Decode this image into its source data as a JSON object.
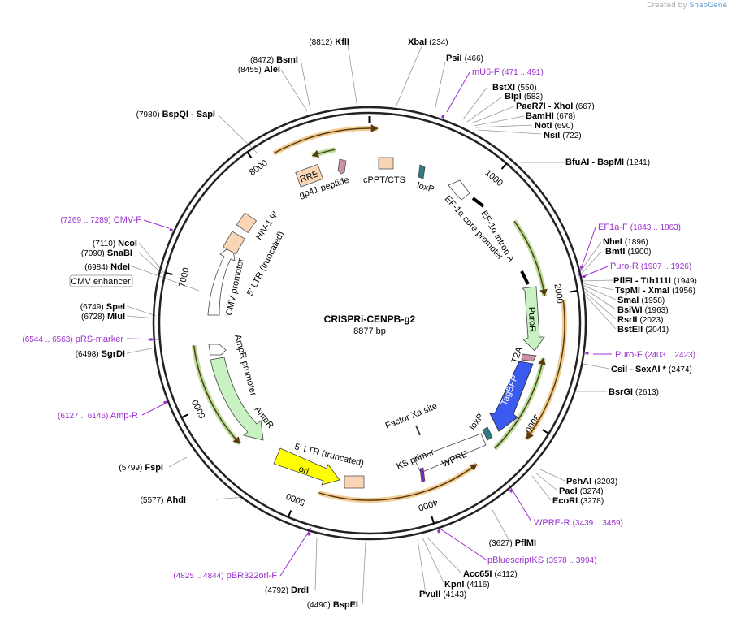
{
  "credit": {
    "prefix": "Created by",
    "brand": "SnapGene"
  },
  "map": {
    "title": "CRISPRi-CENPB-g2",
    "length_label": "8877 bp",
    "total_bp": 8877,
    "ticks": [
      {
        "bp": 1000,
        "label": "1000"
      },
      {
        "bp": 2000,
        "label": "2000"
      },
      {
        "bp": 3000,
        "label": "3000"
      },
      {
        "bp": 4000,
        "label": "4000"
      },
      {
        "bp": 5000,
        "label": "5000"
      },
      {
        "bp": 6000,
        "label": "6000"
      },
      {
        "bp": 7000,
        "label": "7000"
      },
      {
        "bp": 8000,
        "label": "8000"
      }
    ]
  },
  "colors": {
    "enzyme": "#000000",
    "primer": "#9b30d0",
    "ring": "#222222",
    "orange_feature": "#e8a23a",
    "green_feature": "#79c14b",
    "white_feature": "#ffffff",
    "pale_green": "#c9f2c2",
    "yellow": "#ffff00",
    "blue": "#3b5bf0",
    "misc": "#f9d5b6",
    "pink": "#c893a6",
    "teal": "#2e7c88"
  },
  "enzyme_labels": [
    {
      "text": "KflI",
      "pos": "(8812)",
      "pos_first": true
    },
    {
      "text": "XbaI",
      "pos": "(234)"
    },
    {
      "text": "PsiI",
      "pos": "(466)"
    },
    {
      "text": "BstXI",
      "pos": "(550)"
    },
    {
      "text": "BlpI",
      "pos": "(583)"
    },
    {
      "text": "PaeR7I - XhoI",
      "pos": "(667)"
    },
    {
      "text": "BamHI",
      "pos": "(678)"
    },
    {
      "text": "NotI",
      "pos": "(690)"
    },
    {
      "text": "NsiI",
      "pos": "(722)"
    },
    {
      "text": "BfuAI - BspMI",
      "pos": "(1241)"
    },
    {
      "text": "NheI",
      "pos": "(1896)"
    },
    {
      "text": "BmtI",
      "pos": "(1900)"
    },
    {
      "text": "PflFI - Tth111I",
      "pos": "(1949)"
    },
    {
      "text": "TspMI - XmaI",
      "pos": "(1956)"
    },
    {
      "text": "SmaI",
      "pos": "(1958)"
    },
    {
      "text": "BsiWI",
      "pos": "(1963)"
    },
    {
      "text": "RsrII",
      "pos": "(2023)"
    },
    {
      "text": "BstEII",
      "pos": "(2041)"
    },
    {
      "text": "CsiI - SexAI *",
      "pos": "(2474)"
    },
    {
      "text": "BsrGI",
      "pos": "(2613)"
    },
    {
      "text": "PshAI",
      "pos": "(3203)"
    },
    {
      "text": "PacI",
      "pos": "(3274)"
    },
    {
      "text": "EcoRI",
      "pos": "(3278)"
    },
    {
      "text": "PflMI",
      "pos": "(3627)",
      "pos_first": true
    },
    {
      "text": "Acc65I",
      "pos": "(4112)"
    },
    {
      "text": "KpnI",
      "pos": "(4116)"
    },
    {
      "text": "PvuII",
      "pos": "(4143)"
    },
    {
      "text": "BspEI",
      "pos": "(4490)",
      "pos_first": true
    },
    {
      "text": "DrdI",
      "pos": "(4792)",
      "pos_first": true
    },
    {
      "text": "AhdI",
      "pos": "(5577)",
      "pos_first": true
    },
    {
      "text": "FspI",
      "pos": "(5799)",
      "pos_first": true
    },
    {
      "text": "SgrDI",
      "pos": "(6498)",
      "pos_first": true
    },
    {
      "text": "MluI",
      "pos": "(6728)",
      "pos_first": true
    },
    {
      "text": "SpeI",
      "pos": "(6749)",
      "pos_first": true
    },
    {
      "text": "NdeI",
      "pos": "(6984)",
      "pos_first": true
    },
    {
      "text": "SnaBI",
      "pos": "(7090)",
      "pos_first": true
    },
    {
      "text": "NcoI",
      "pos": "(7110)",
      "pos_first": true
    },
    {
      "text": "BspQI - SapI",
      "pos": "(7980)",
      "pos_first": true
    },
    {
      "text": "AleI",
      "pos": "(8455)",
      "pos_first": true
    },
    {
      "text": "BsmI",
      "pos": "(8472)",
      "pos_first": true
    }
  ],
  "primer_labels": [
    {
      "text": "mU6-F",
      "pos": "(471 .. 491)"
    },
    {
      "text": "EF1a-F",
      "pos": "(1843 .. 1863)"
    },
    {
      "text": "Puro-R",
      "pos": "(1907 .. 1926)"
    },
    {
      "text": "Puro-F",
      "pos": "(2403 .. 2423)"
    },
    {
      "text": "WPRE-R",
      "pos": "(3439 .. 3459)"
    },
    {
      "text": "pBluescriptKS",
      "pos": "(3978 .. 3994)"
    },
    {
      "text": "pBR322ori-F",
      "pos": "(4825 .. 4844)",
      "pos_first": true
    },
    {
      "text": "Amp-R",
      "pos": "(6127 .. 6146)",
      "pos_first": true
    },
    {
      "text": "pRS-marker",
      "pos": "(6544 .. 6563)",
      "pos_first": true
    },
    {
      "text": "CMV-F",
      "pos": "(7269 .. 7289)",
      "pos_first": true
    }
  ],
  "boxed_label": "CMV enhancer",
  "features": [
    {
      "name": "RRE"
    },
    {
      "name": "gp41 peptide"
    },
    {
      "name": "cPPT/CTS"
    },
    {
      "name": "loxP"
    },
    {
      "name": "EF-1α core promoter"
    },
    {
      "name": "EF-1α intron A"
    },
    {
      "name": "PuroR"
    },
    {
      "name": "T2A"
    },
    {
      "name": "TagBFP"
    },
    {
      "name": "loxP"
    },
    {
      "name": "WPRE"
    },
    {
      "name": "KS primer"
    },
    {
      "name": "Factor Xa site"
    },
    {
      "name": "5' LTR (truncated)"
    },
    {
      "name": "ori"
    },
    {
      "name": "AmpR"
    },
    {
      "name": "AmpR promoter"
    },
    {
      "name": "CMV promoter"
    },
    {
      "name": "5' LTR (truncated)"
    },
    {
      "name": "HIV-1 Ψ"
    }
  ]
}
